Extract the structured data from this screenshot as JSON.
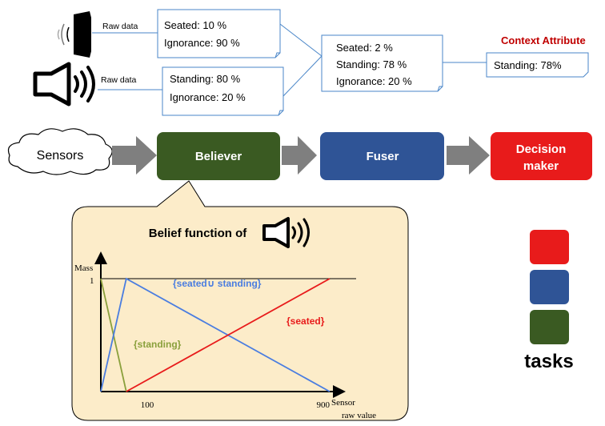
{
  "sensor1": {
    "raw_label": "Raw data",
    "readings": [
      "Seated: 10 %",
      "Ignorance: 90 %"
    ]
  },
  "sensor2": {
    "raw_label": "Raw data",
    "readings": [
      "Standing: 80 %",
      "Ignorance: 20 %"
    ]
  },
  "fused": {
    "readings": [
      "Seated: 2 %",
      "Standing: 78 %",
      "Ignorance: 20 %"
    ]
  },
  "context": {
    "title": "Context Attribute",
    "value": "Standing: 78%"
  },
  "pipeline": {
    "sensors": "Sensors",
    "believer": "Believer",
    "fuser": "Fuser",
    "decision_line1": "Decision",
    "decision_line2": "maker"
  },
  "belief": {
    "title": "Belief function of"
  },
  "legend": {
    "label": "tasks"
  },
  "colors": {
    "believer": "#3a5a22",
    "fuser": "#2f5496",
    "decision": "#e81b1b",
    "context_title": "#c00000",
    "callout_bg": "#fcecc9",
    "line_seated": "#e81b1b",
    "line_standing": "#8aa03c",
    "line_both": "#4a7de0"
  },
  "chart_data": {
    "type": "line",
    "xlabel": "Sensor raw value",
    "ylabel": "Mass",
    "x_ticks": [
      "100",
      "900"
    ],
    "y_ticks": [
      "1"
    ],
    "xlim": [
      0,
      900
    ],
    "ylim": [
      0,
      1
    ],
    "series": [
      {
        "name": "{standing}",
        "x": [
          0,
          100
        ],
        "y": [
          1,
          0
        ]
      },
      {
        "name": "{seated∪ standing}",
        "x": [
          0,
          100,
          900
        ],
        "y": [
          0,
          1,
          0
        ]
      },
      {
        "name": "{seated}",
        "x": [
          100,
          900
        ],
        "y": [
          0,
          1
        ]
      }
    ]
  }
}
